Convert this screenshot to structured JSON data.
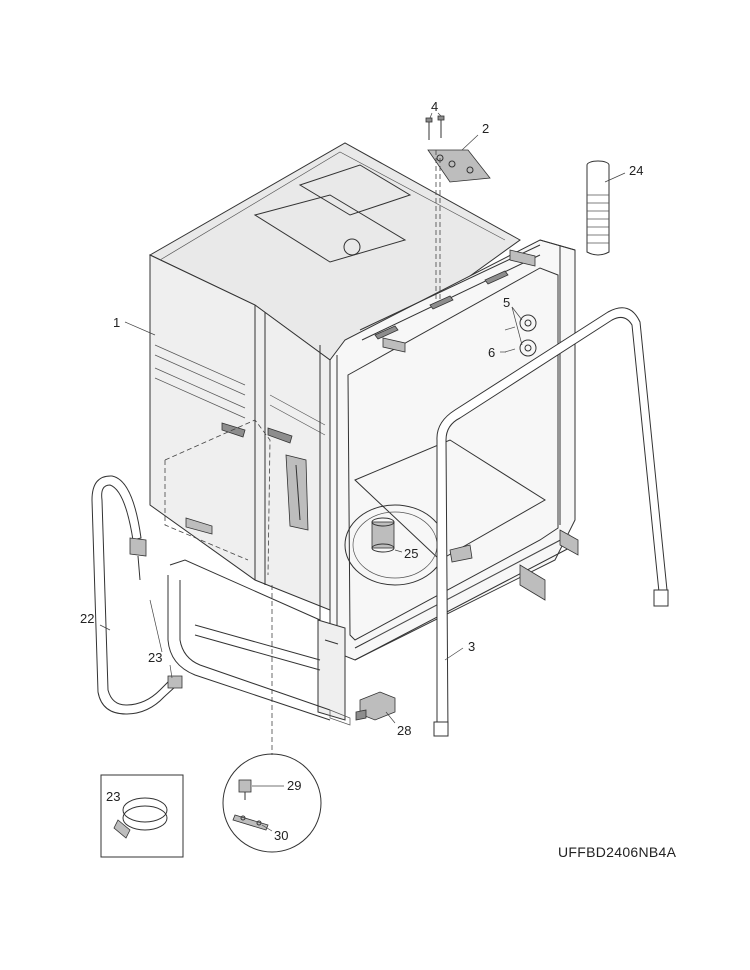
{
  "model_code": "UFFBD2406NB4A",
  "callouts": [
    {
      "id": "1",
      "text": "1"
    },
    {
      "id": "2",
      "text": "2"
    },
    {
      "id": "3",
      "text": "3"
    },
    {
      "id": "4",
      "text": "4"
    },
    {
      "id": "5",
      "text": "5"
    },
    {
      "id": "6",
      "text": "6"
    },
    {
      "id": "22",
      "text": "22"
    },
    {
      "id": "23",
      "text": "23"
    },
    {
      "id": "23b",
      "text": "23"
    },
    {
      "id": "24",
      "text": "24"
    },
    {
      "id": "25",
      "text": "25"
    },
    {
      "id": "28",
      "text": "28"
    },
    {
      "id": "29",
      "text": "29"
    },
    {
      "id": "30",
      "text": "30"
    }
  ]
}
